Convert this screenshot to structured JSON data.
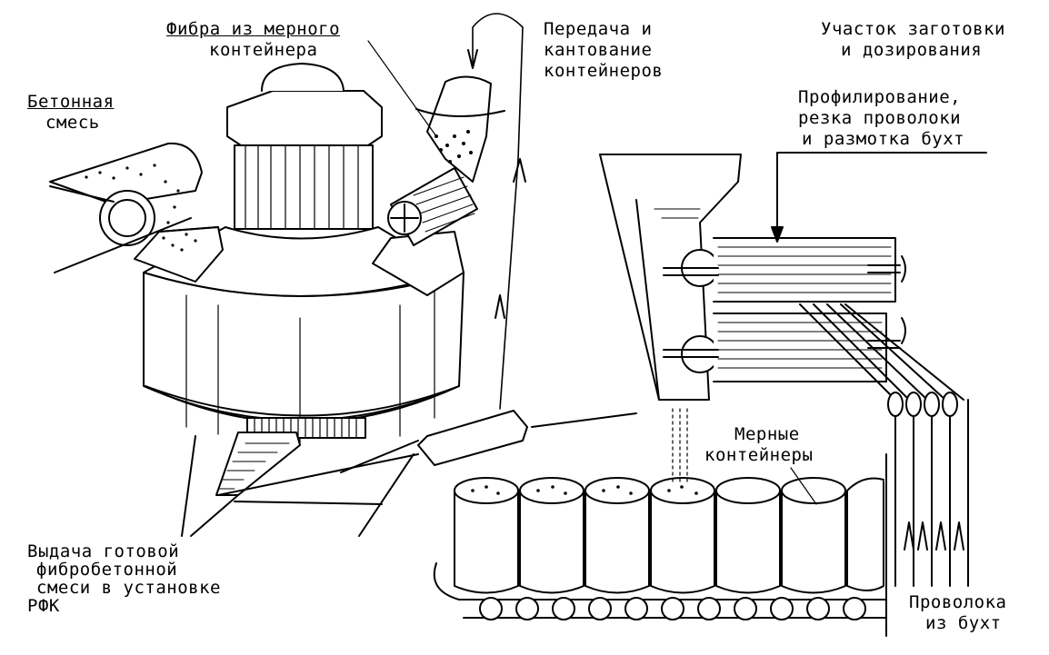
{
  "labels": {
    "fiber_from_container": [
      "Фибра из мерного",
      "контейнера"
    ],
    "concrete_mix": [
      "Бетонная",
      "смесь"
    ],
    "transfer_tilting": [
      "Передача и",
      "кантование",
      "контейнеров"
    ],
    "prep_dosing": [
      "Участок заготовки",
      "и дозирования"
    ],
    "profiling": [
      "Профилирование,",
      "резка проволоки",
      "и размотка бухт"
    ],
    "measuring_containers": [
      "Мерные",
      "контейнеры"
    ],
    "output_mix": [
      "Выдача готовой",
      "фибробетонной",
      "смеси в установке",
      "РФК"
    ],
    "wire_from_coils": [
      "Проволока",
      "из бухт"
    ]
  },
  "colors": {
    "ink": "#000000",
    "paper": "#ffffff"
  }
}
